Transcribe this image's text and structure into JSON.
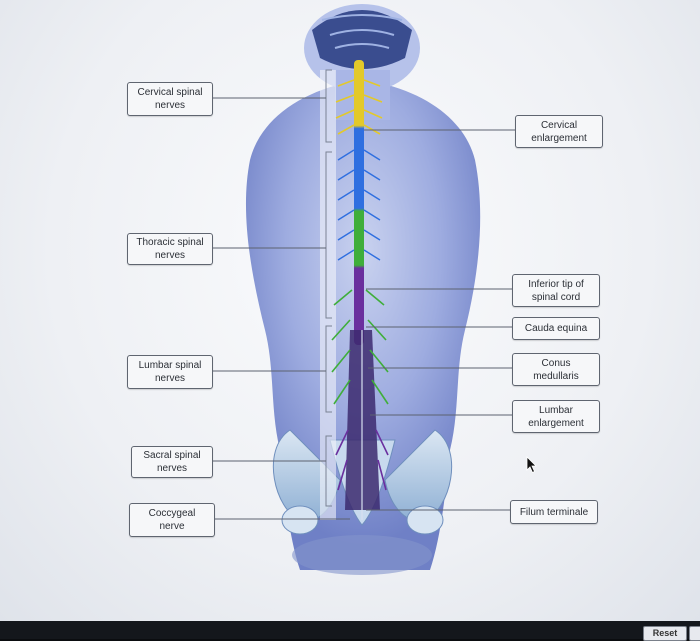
{
  "labels": {
    "cervical_spinal_nerves": "Cervical spinal\nnerves",
    "thoracic_spinal_nerves": "Thoracic spinal\nnerves",
    "lumbar_spinal_nerves": "Lumbar spinal\nnerves",
    "sacral_spinal_nerves": "Sacral spinal\nnerves",
    "coccygeal_nerve": "Coccygeal\nnerve",
    "cervical_enlargement": "Cervical\nenlargement",
    "inferior_tip": "Inferior tip of\nspinal cord",
    "cauda_equina": "Cauda equina",
    "conus_medullaris": "Conus\nmedullaris",
    "lumbar_enlargement": "Lumbar\nenlargement",
    "filum_terminale": "Filum terminale"
  },
  "controls": {
    "reset_label": "Reset"
  },
  "colors": {
    "cervical": "#e3c92a",
    "thoracic": "#2f6fe0",
    "lumbar": "#3fae3a",
    "sacral": "#6a2f9e",
    "body": "#9aa9d8"
  },
  "icons": {
    "cursor": "arrow-pointer"
  }
}
